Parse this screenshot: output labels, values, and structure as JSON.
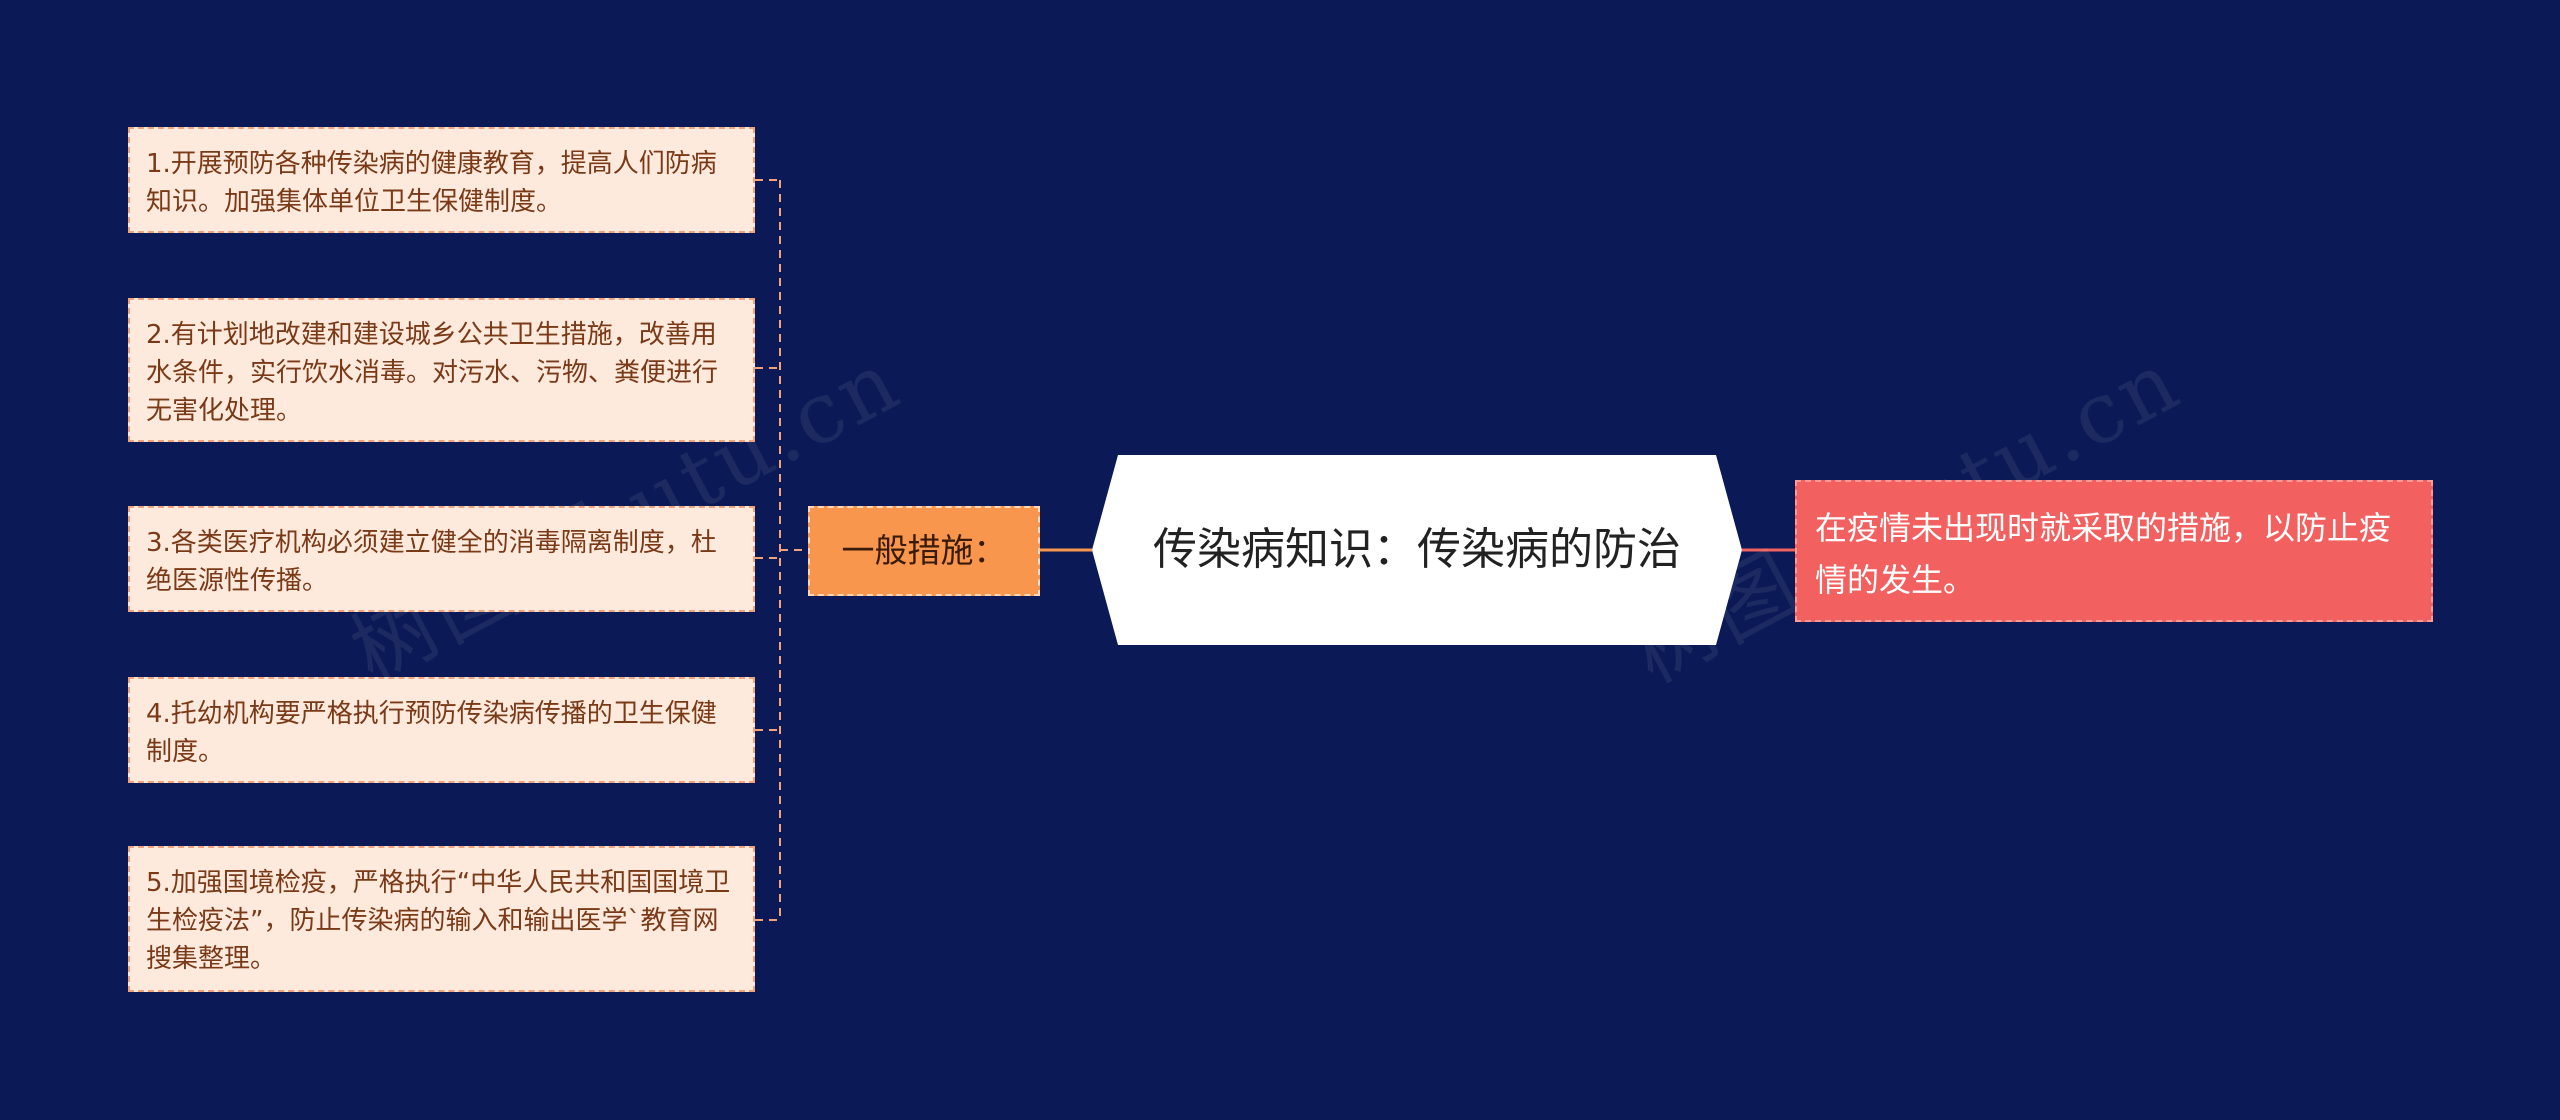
{
  "colors": {
    "background": "#0b1a56",
    "leaf_bg": "#fdeadd",
    "branch_bg": "#f9964d",
    "center_bg": "#ffffff",
    "note_bg": "#f2605f"
  },
  "center": {
    "title": "传染病知识：传染病的防治"
  },
  "branch": {
    "label": "一般措施："
  },
  "leaves": [
    "1.开展预防各种传染病的健康教育，提高人们防病知识。加强集体单位卫生保健制度。",
    "2.有计划地改建和建设城乡公共卫生措施，改善用水条件，实行饮水消毒。对污水、污物、粪便进行无害化处理。",
    "3.各类医疗机构必须建立健全的消毒隔离制度，杜绝医源性传播。",
    "4.托幼机构要严格执行预防传染病传播的卫生保健制度。",
    "5.加强国境检疫，严格执行“中华人民共和国国境卫生检疫法”，防止传染病的输入和输出医学`教育网搜集整理。"
  ],
  "right_note": {
    "text": "在疫情未出现时就采取的措施，以防止疫情的发生。"
  },
  "watermark": {
    "text": "树图 shutu.cn"
  }
}
